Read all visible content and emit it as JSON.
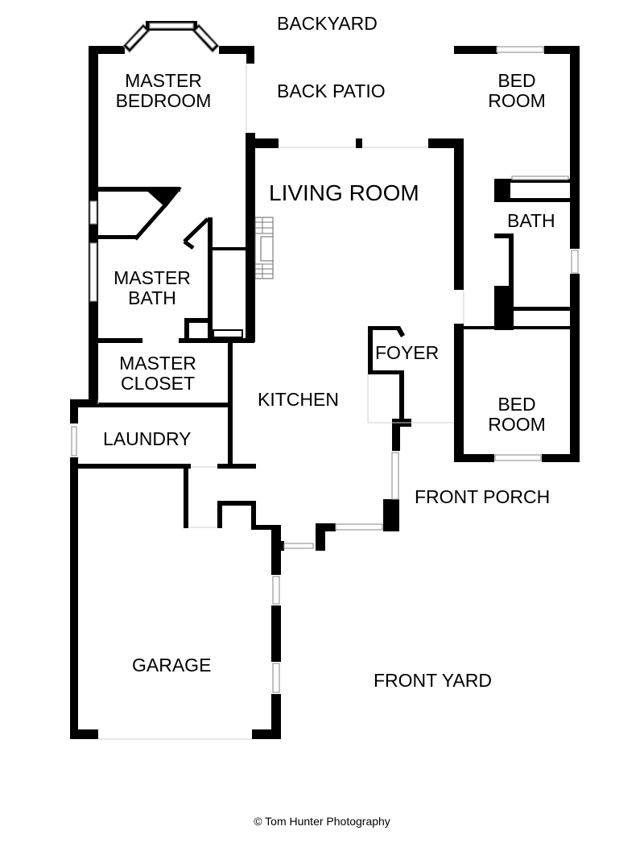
{
  "labels": {
    "backyard": "BACKYARD",
    "back_patio": "BACK PATIO",
    "master_bedroom": [
      "MASTER",
      "BEDROOM"
    ],
    "bedroom_top": [
      "BED",
      "ROOM"
    ],
    "living_room": "LIVING ROOM",
    "bath": "BATH",
    "master_bath": [
      "MASTER",
      "BATH"
    ],
    "foyer": "FOYER",
    "master_closet": [
      "MASTER",
      "CLOSET"
    ],
    "kitchen": "KITCHEN",
    "bedroom_bottom": [
      "BED",
      "ROOM"
    ],
    "laundry": "LAUNDRY",
    "front_porch": "FRONT PORCH",
    "garage": "GARAGE",
    "front_yard": "FRONT YARD"
  },
  "credit": "© Tom Hunter Photography",
  "colors": {
    "wall": "#000000",
    "background": "#ffffff",
    "window_frame": "#9a9a9a"
  }
}
